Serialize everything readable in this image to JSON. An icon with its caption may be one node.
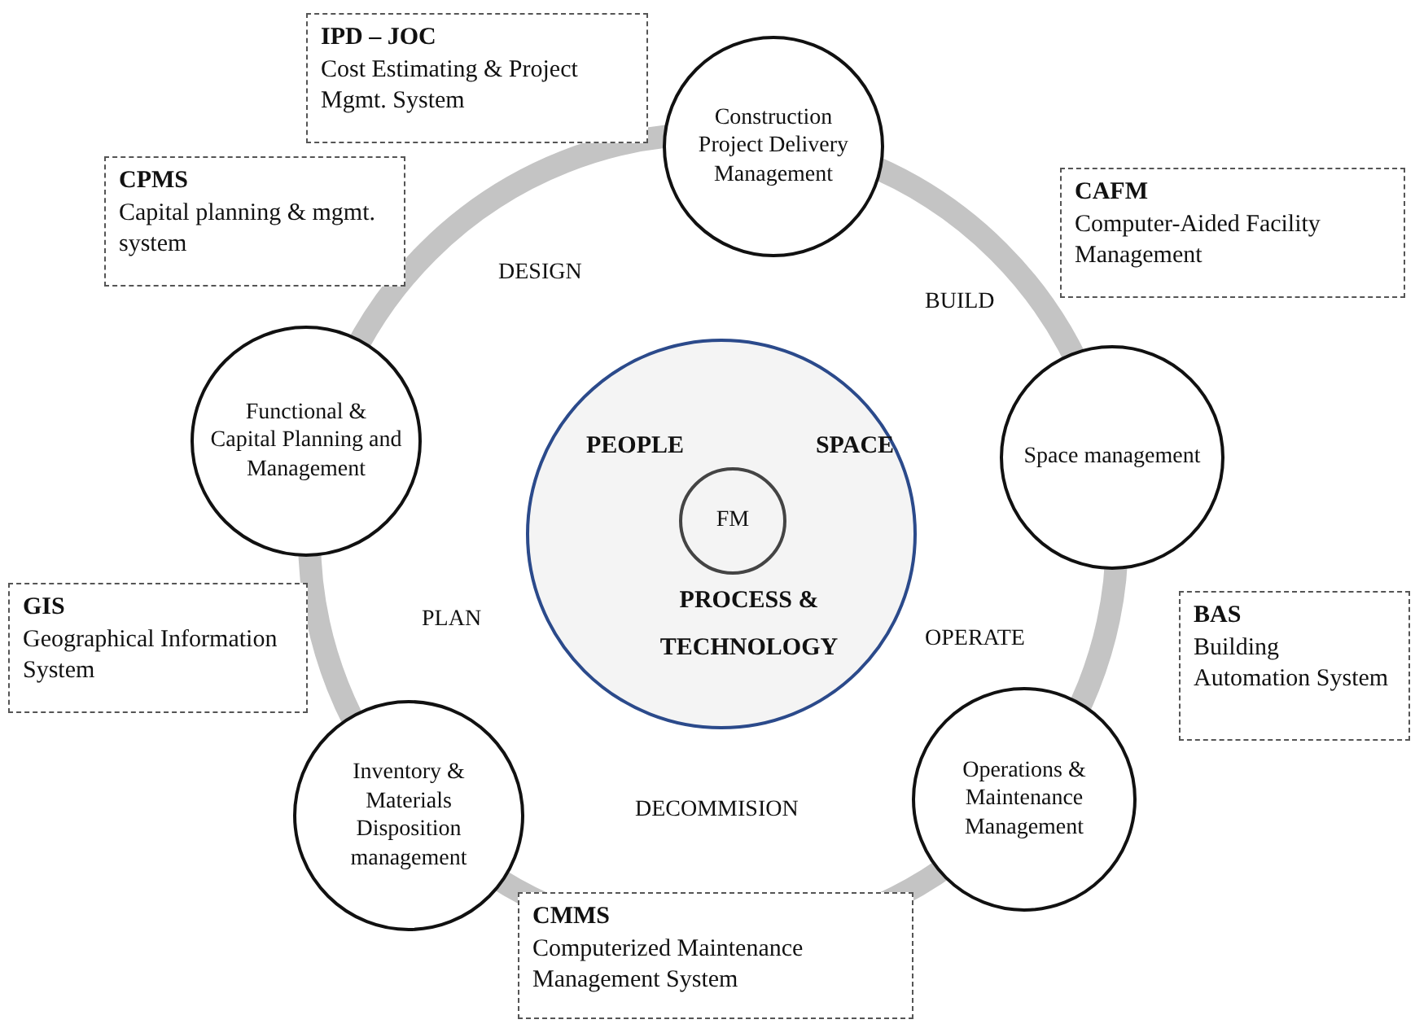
{
  "diagram": {
    "nodes": [
      {
        "text": [
          "IPD – JOC",
          "Cost Estimating & Project Mgmt. System"
        ]
      },
      {
        "text": [
          "Construction Project Delivery Management"
        ]
      },
      {
        "text": [
          "CPMS",
          "Capital planning & mgmt. system"
        ]
      },
      {
        "text": [
          "CAFM",
          "Computer-Aided Facility Management"
        ]
      },
      {
        "text": [
          "Functional & Capital Planning and Management"
        ]
      },
      {
        "text": [
          "PEOPLE",
          "SPACE",
          "PROCESS & TECHNOLOGY"
        ]
      },
      {
        "text": [
          "FM"
        ],
        "in": 5
      },
      {
        "text": [
          "Space management"
        ]
      },
      {
        "text": [
          "GIS",
          "Geographical Information System"
        ]
      },
      {
        "text": [
          "BAS",
          "Building Automation System"
        ]
      },
      {
        "text": [
          "Inventory & Materials Disposition management"
        ]
      },
      {
        "text": [
          "Operations & Maintenance Management"
        ]
      },
      {
        "text": [
          "CMMS",
          "Computerized Maintenance Management System"
        ]
      }
    ],
    "labels": [
      "DESIGN",
      "BUILD",
      "PLAN",
      "OPERATE",
      "DECOMMISION"
    ]
  }
}
